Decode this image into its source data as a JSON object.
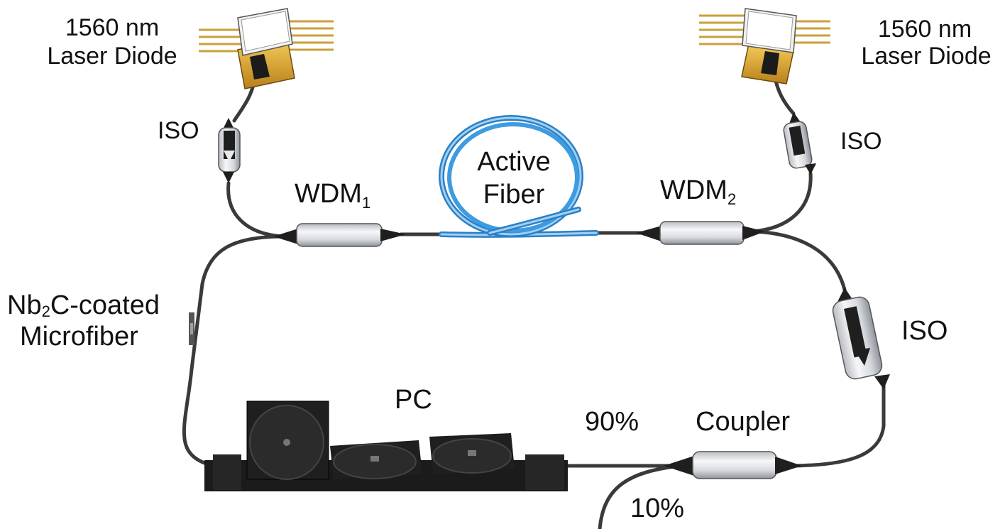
{
  "labels": {
    "laser_left_line1": "1560 nm",
    "laser_left_line2": "Laser Diode",
    "laser_right_line1": "1560 nm",
    "laser_right_line2": "Laser Diode",
    "iso_left": "ISO",
    "iso_right_top": "ISO",
    "iso_right": "ISO",
    "wdm1_main": "WDM",
    "wdm1_sub": "1",
    "wdm2_main": "WDM",
    "wdm2_sub": "2",
    "active_line1": "Active",
    "active_line2": "Fiber",
    "microfiber_line1_a": "Nb",
    "microfiber_line1_sub": "2",
    "microfiber_line1_b": "C-coated",
    "microfiber_line2": "Microfiber",
    "pc": "PC",
    "coupler": "Coupler",
    "pct_90": "90%",
    "pct_10": "10%"
  },
  "colors": {
    "fiber": "#3a3a3a",
    "active_fiber": "#3d9be0",
    "active_fiber_light": "#9fd0f5",
    "laser_gold": "#e0a72a",
    "laser_body": "#f2f2ee",
    "component_body": "#e4e6ea",
    "pc_body": "#1b1b1b"
  }
}
